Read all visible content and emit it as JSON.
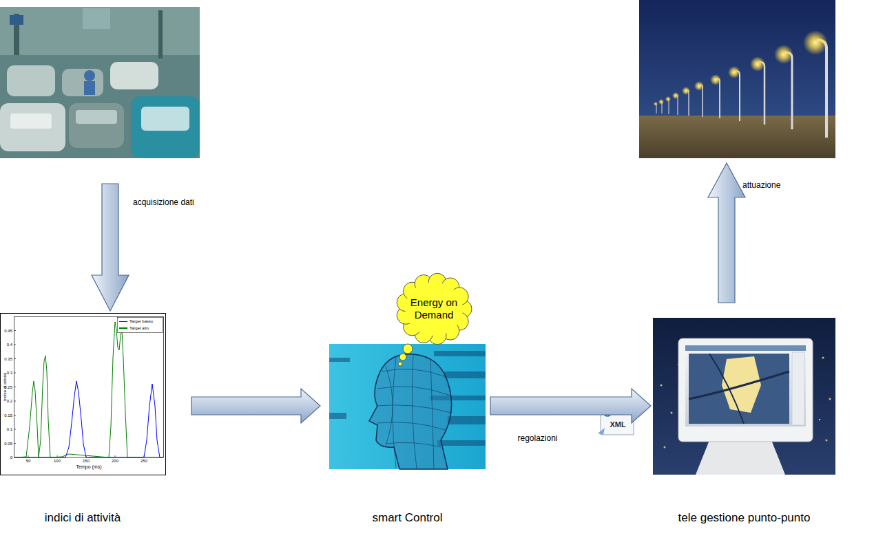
{
  "diagram": {
    "nodes": [
      {
        "text": [
          "indici di attività"
        ]
      },
      {
        "text": [
          "Energy on Demand"
        ]
      },
      {
        "text": [
          "smart Control"
        ]
      },
      {
        "text": [
          "tele gestione punto-punto"
        ]
      }
    ],
    "edges": [
      {
        "from": 0,
        "to": 2,
        "arrow": "to"
      },
      {
        "from": 2,
        "to": 3,
        "label": "regolazioni",
        "arrow": "to"
      }
    ],
    "labels": [
      "acquisizione dati",
      "attuazione",
      "XML",
      "Indice di attività",
      "0",
      "0.05",
      "0.1",
      "0.15",
      "0.2",
      "0.25",
      "0.3",
      "0.35",
      "0.4",
      "0.45",
      "50",
      "100",
      "150",
      "200",
      "250",
      "Tempo (ms)"
    ],
    "legend": [
      {
        "text": "Target basso",
        "color": "#0000ff"
      },
      {
        "text": "Target alto",
        "color": "#008000"
      }
    ]
  }
}
